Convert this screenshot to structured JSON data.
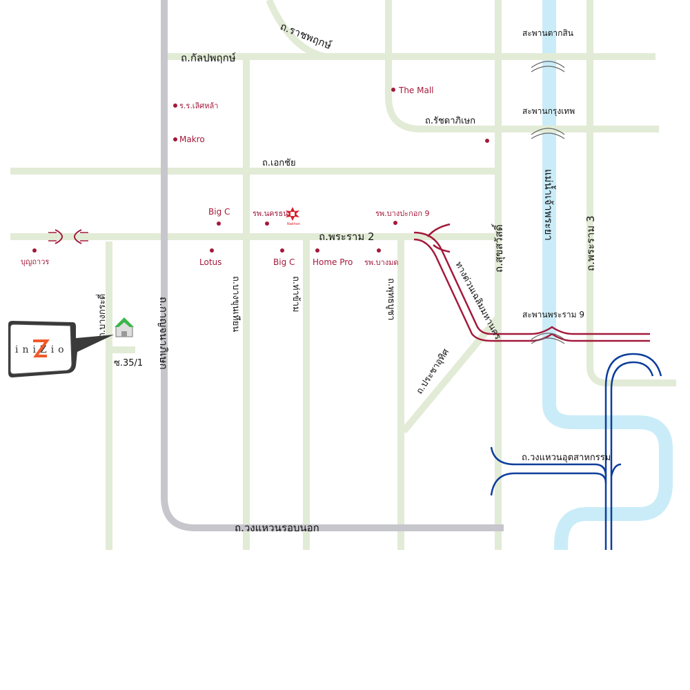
{
  "colors": {
    "road": "#e2ebd6",
    "ring_road": "#c6c6cc",
    "river": "#c9ecf8",
    "expressway": "#a3193a",
    "industrial_ring": "#0c3d9c",
    "poi": "#a3193a"
  },
  "roads": {
    "kanlapaphruek": "ถ.กัลปพฤกษ์",
    "ratchaphruek": "ถ.ราชพฤกษ์",
    "ekkachai": "ถ.เอกชัย",
    "rama2": "ถ.พระราม 2",
    "ratchadaphisek": "ถ.รัชดาภิเษก",
    "suksawat": "ถ.สุขสวัสดิ์",
    "rama3": "ถ.พระราม 3",
    "bang_kradi": "ถ.บางกระดี่",
    "outer_ring_vertical": "ถ.กาญจนาภิเษก",
    "bang_khun_thian": "ถ.บางขุนเทียน",
    "tha_kham": "ถ.ท่าข้าม",
    "phutthabucha": "ถ.พุทธบูชา",
    "pracha_uthit": "ถ.ประชาอุทิศ",
    "chaloem_maha_nakhon": "ทางด่วนเฉลิมมหานคร",
    "outer_ring_horizontal": "ถ.วงแหวนรอบนอก",
    "industrial_ring": "ถ.วงแหวนอุตสาหกรรม",
    "soi": "ซ.35/1"
  },
  "river": {
    "name": "แม่น้ำเจ้าพระยา"
  },
  "bridges": {
    "taksin": "สะพานตากสิน",
    "krungthep": "สะพานกรุงเทพ",
    "rama9": "สะพานพระราม 9"
  },
  "pois": {
    "the_mall": "The Mall",
    "rr_lekhla": "ร.ร.เลิศหล้า",
    "makro": "Makro",
    "big_c_north": "Big C",
    "rp_nakhon": "รพ.นครธน",
    "rp_bangmod9": "รพ.บางปะกอก 9",
    "boonthavorn": "บุญถาวร",
    "lotus": "Lotus",
    "big_c_south": "Big C",
    "home_pro": "Home Pro",
    "rp_bangmod": "รพ.บางมด"
  },
  "logo": {
    "text": "iniZio"
  }
}
